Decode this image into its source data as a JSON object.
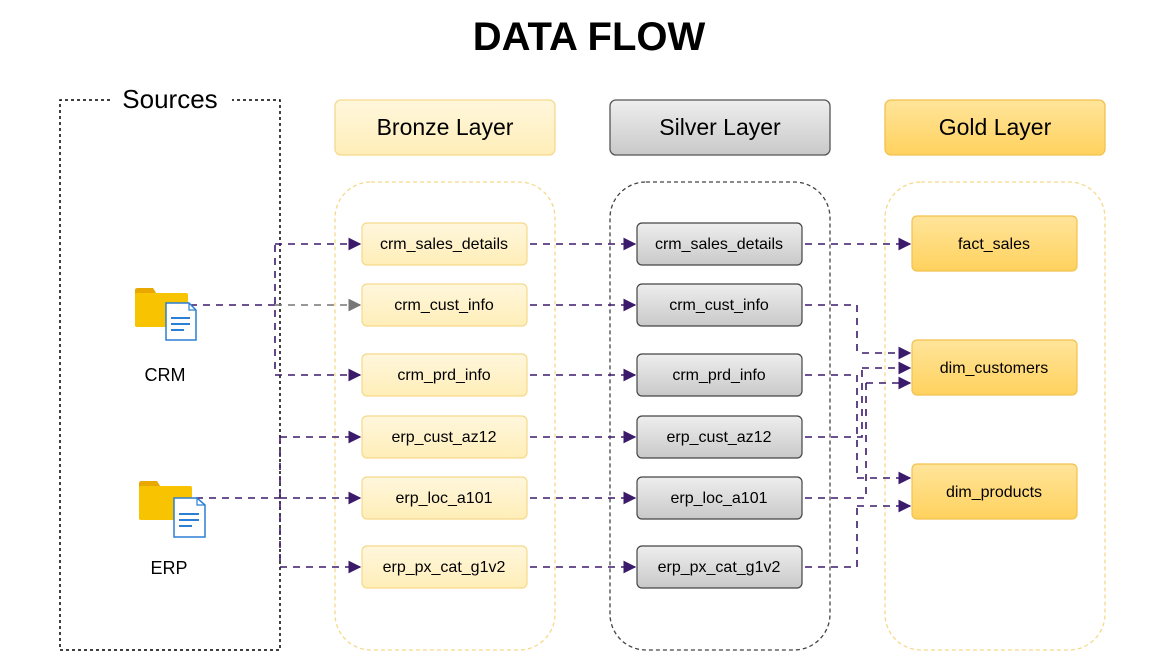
{
  "title": "DATA FLOW",
  "sources": {
    "label": "Sources",
    "items": [
      {
        "name": "CRM",
        "icon": "folder-document-icon"
      },
      {
        "name": "ERP",
        "icon": "folder-document-icon"
      }
    ]
  },
  "layers": {
    "bronze": {
      "title": "Bronze Layer",
      "tables": [
        "crm_sales_details",
        "crm_cust_info",
        "crm_prd_info",
        "erp_cust_az12",
        "erp_loc_a101",
        "erp_px_cat_g1v2"
      ]
    },
    "silver": {
      "title": "Silver Layer",
      "tables": [
        "crm_sales_details",
        "crm_cust_info",
        "crm_prd_info",
        "erp_cust_az12",
        "erp_loc_a101",
        "erp_px_cat_g1v2"
      ]
    },
    "gold": {
      "title": "Gold Layer",
      "tables": [
        "fact_sales",
        "dim_customers",
        "dim_products"
      ]
    }
  },
  "colors": {
    "bronze_fill": "#fff2cc",
    "bronze_stroke": "#f5d98b",
    "silver_fill": "#d6d6d6",
    "silver_stroke": "#555555",
    "gold_fill": "#ffd966",
    "gold_stroke": "#f2c14e",
    "folder": "#f8c300",
    "document": "#2b7fd4",
    "connector": "#3b1a6b"
  }
}
